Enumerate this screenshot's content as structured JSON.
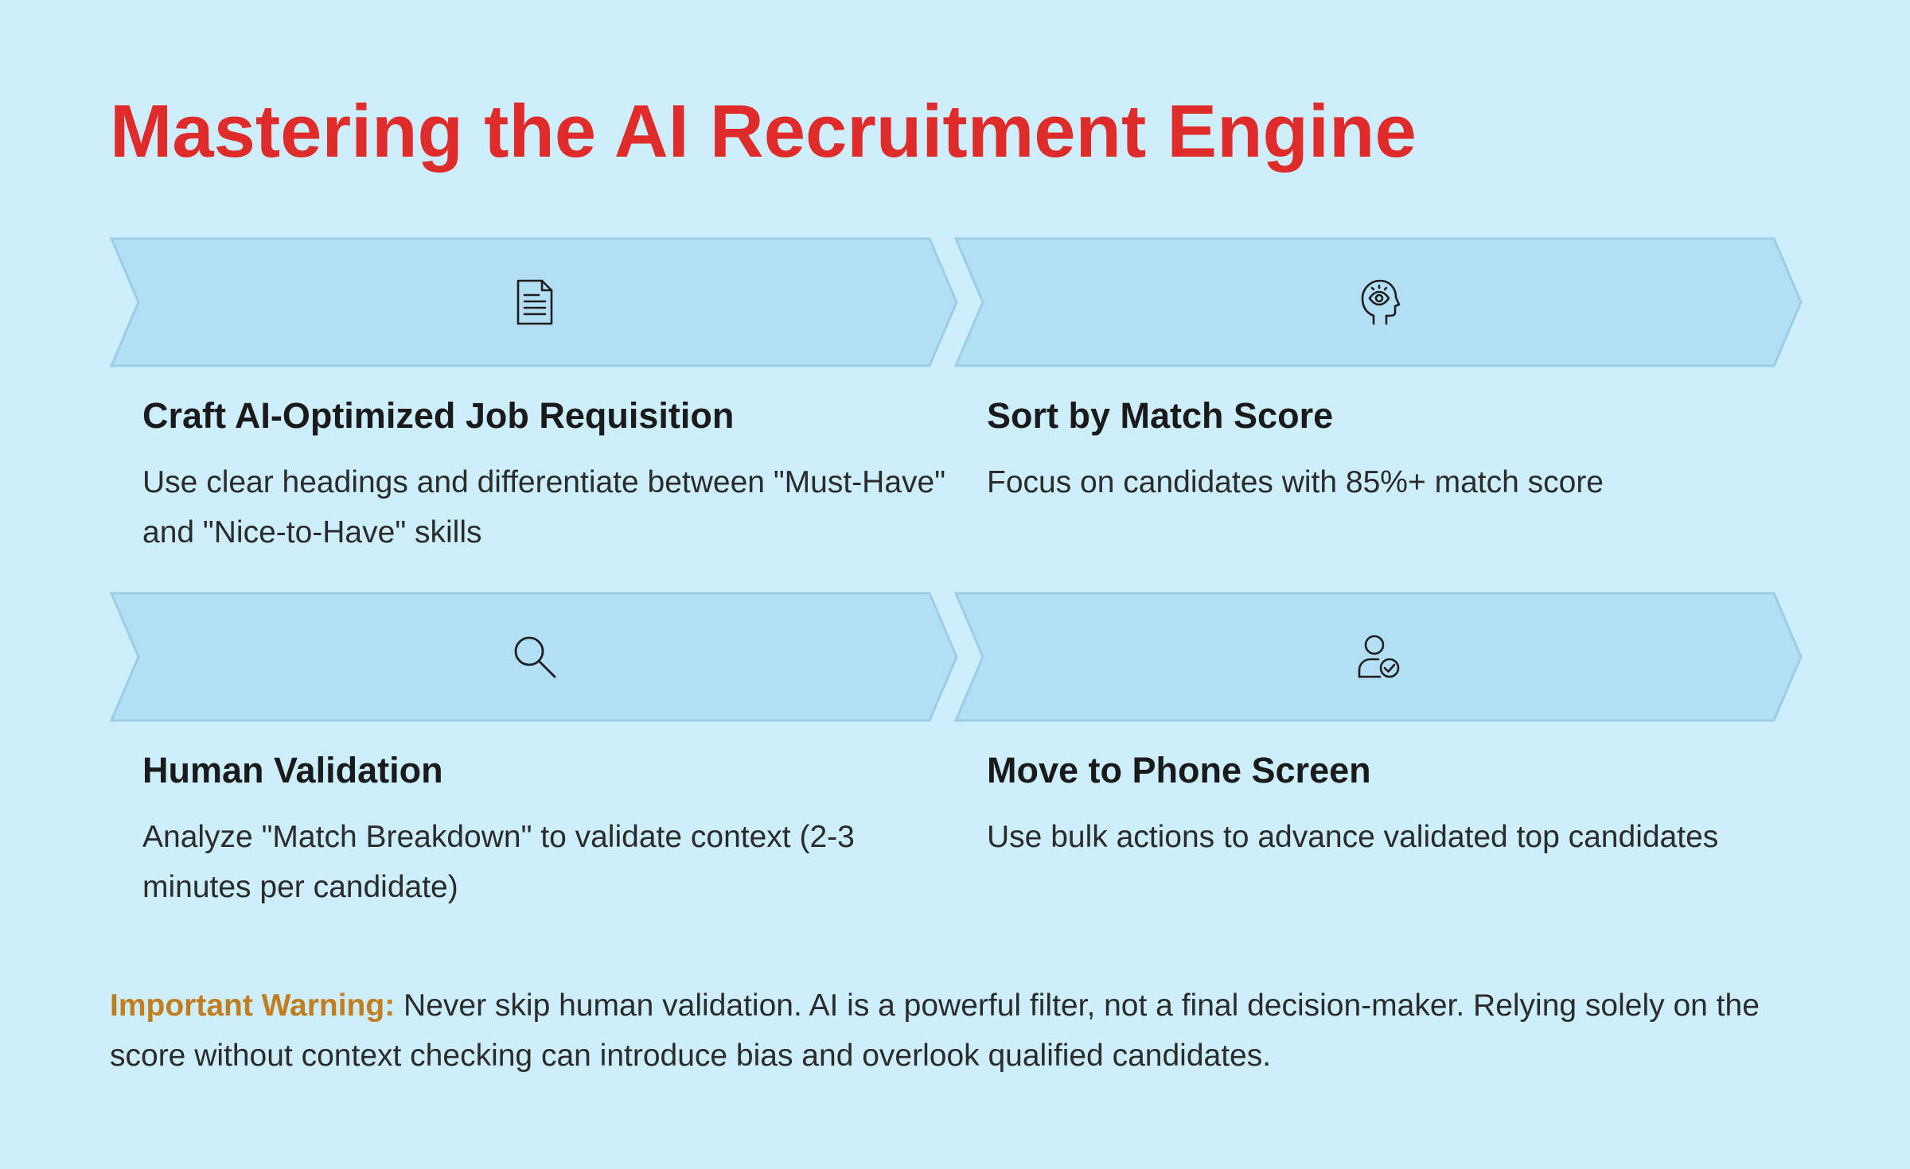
{
  "title": "Mastering the AI Recruitment Engine",
  "colors": {
    "background": "#cdeefd",
    "title": "#e02b2b",
    "arrow_fill": "#b3dff5",
    "arrow_stroke": "#9ccde6",
    "warning_label": "#c27d1f"
  },
  "steps": [
    {
      "icon": "document-icon",
      "title": "Craft AI-Optimized Job Requisition",
      "description": "Use clear headings and differentiate between \"Must-Have\" and \"Nice-to-Have\" skills"
    },
    {
      "icon": "head-eye-icon",
      "title": "Sort by Match Score",
      "description": "Focus on candidates with 85%+ match score"
    },
    {
      "icon": "magnifier-icon",
      "title": "Human Validation",
      "description": "Analyze \"Match Breakdown\" to validate context (2-3 minutes per candidate)"
    },
    {
      "icon": "user-check-icon",
      "title": "Move to Phone Screen",
      "description": "Use bulk actions to advance validated top candidates"
    }
  ],
  "warning": {
    "label": "Important Warning:",
    "text": "Never skip human validation. AI is a powerful filter, not a final decision-maker. Relying solely on the score without context checking can introduce bias and overlook qualified candidates."
  }
}
